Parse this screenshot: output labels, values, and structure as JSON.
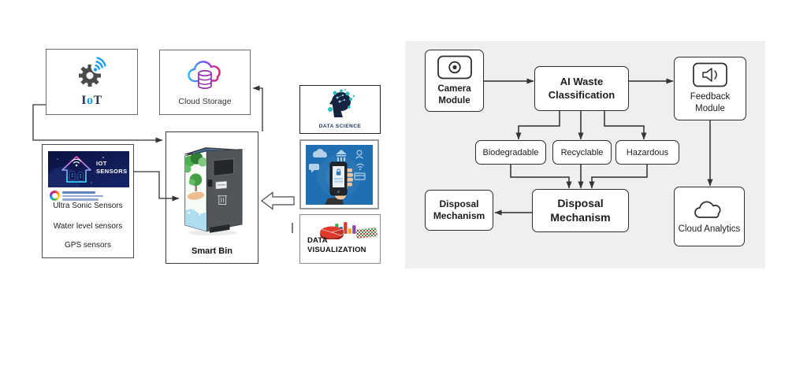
{
  "colors": {
    "accent_blue": "#1e9be9",
    "right_panel_bg": "#efeff1",
    "connector_line": "#333333",
    "node_border": "#2e2e2e",
    "sensors_banner_bg": "#0c1747",
    "cloud_gradient_start": "#29b6f6",
    "cloud_gradient_end": "#e91e63",
    "app_image_bg": "#1f6fb2"
  },
  "left": {
    "iot": {
      "label_i": "I",
      "label_o": "o",
      "label_t": "T"
    },
    "cloud_storage": {
      "label": "Cloud Storage"
    },
    "sensors": {
      "banner_title": "IOT\nSENSORS",
      "items": [
        "Ultra Sonic Sensors",
        "Water level sensors",
        "GPS sensors"
      ]
    },
    "smart_bin": {
      "label": "Smart Bin"
    },
    "data_science": {
      "label": "DATA SCIENCE"
    },
    "data_visualization": {
      "label": "DATA VISUALIZATION"
    }
  },
  "right": {
    "camera_module": {
      "label": "Camera Module"
    },
    "ai_waste_classification": {
      "label": "AI Waste Classification"
    },
    "feedback_module": {
      "label": "Feedback Module"
    },
    "biodegradable": {
      "label": "Biodegradable"
    },
    "recyclable": {
      "label": "Recyclable"
    },
    "hazardous": {
      "label": "Hazardous"
    },
    "disposal_mechanism_left": {
      "label": "Disposal Mechanism"
    },
    "disposal_mechanism_center": {
      "label": "Disposal Mechanism"
    },
    "cloud_analytics": {
      "label": "Cloud Analytics"
    }
  },
  "icons": {
    "iot": "gear-wifi-icon",
    "cloud_storage": "cloud-database-icon",
    "camera_module": "camera-lens-icon",
    "feedback_module": "speaker-icon",
    "cloud_analytics": "cloud-icon",
    "sensors_banner": "smart-home-wifi-icon",
    "data_science": "head-bubbles-icon",
    "data_visualization": "charts-icon"
  }
}
